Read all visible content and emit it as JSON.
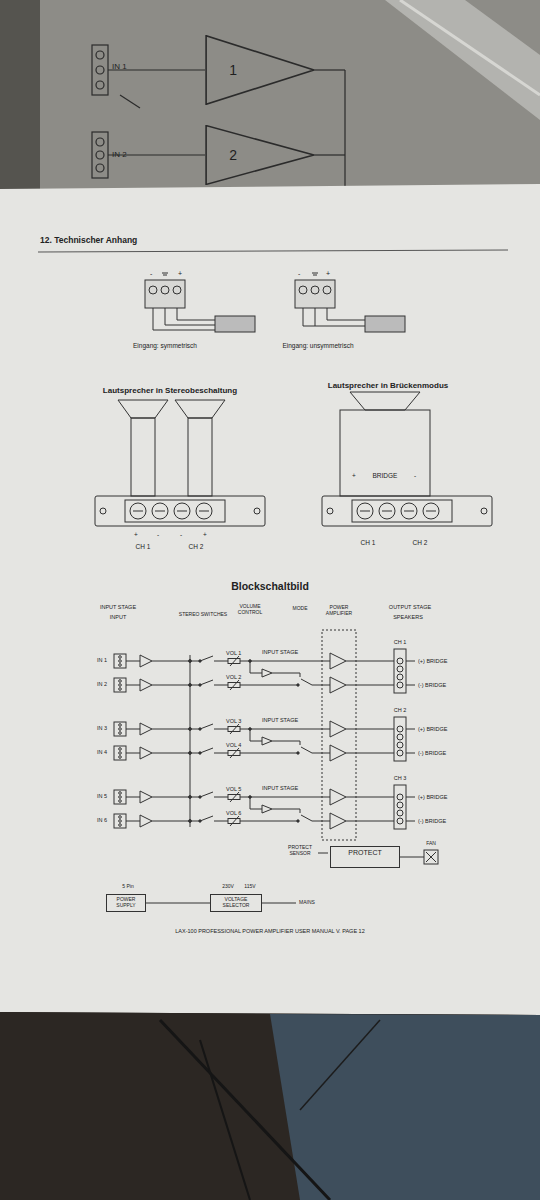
{
  "diagram": {
    "nodes": [
      {
        "text": [
          "1"
        ]
      },
      {
        "text": [
          "2"
        ]
      },
      {
        "text": [
          "PROTECT"
        ]
      },
      {
        "text": [
          "POWER SUPPLY"
        ]
      },
      {
        "text": [
          "VOLTAGE SELECTOR"
        ]
      }
    ],
    "edges": [
      {
        "from": 3,
        "to": 4,
        "arrow": "none"
      }
    ],
    "labels": [
      "IN 1",
      "IN 2",
      "12. Technischer Anhang",
      "-",
      "+",
      "-",
      "+",
      "Eingang: symmetrisch",
      "Eingang: unsymmetrisch",
      "Lautsprecher in Stereobeschaltung",
      "Lautsprecher in Brückenmodus",
      "+",
      "-",
      "-",
      "+",
      "CH 1",
      "CH 2",
      "+",
      "BRIDGE",
      "-",
      "CH 1",
      "CH 2",
      "Blockschaltbild",
      "INPUT STAGE",
      "INPUT",
      "STEREO SWITCHES",
      "VOLUME CONTROL",
      "MODE",
      "POWER AMPLIFIER",
      "OUTPUT STAGE",
      "SPEAKERS",
      "IN 1",
      "IN 2",
      "VOL 1",
      "VOL 2",
      "INPUT STAGE",
      "CH 1",
      "(+) BRIDGE",
      "(-) BRIDGE",
      "IN 3",
      "IN 4",
      "VOL 3",
      "VOL 4",
      "INPUT STAGE",
      "CH 2",
      "(+) BRIDGE",
      "(-) BRIDGE",
      "IN 5",
      "IN 6",
      "VOL 5",
      "VOL 6",
      "INPUT STAGE",
      "CH 3",
      "(+) BRIDGE",
      "(-) BRIDGE",
      "PROTECT SENSOR",
      "FAN",
      "5 Pin",
      "230V",
      "115V",
      "MAINS",
      "LAX-100 PROFESSIONAL POWER AMPLIFIER USER MANUAL V. PAGE 12"
    ]
  }
}
